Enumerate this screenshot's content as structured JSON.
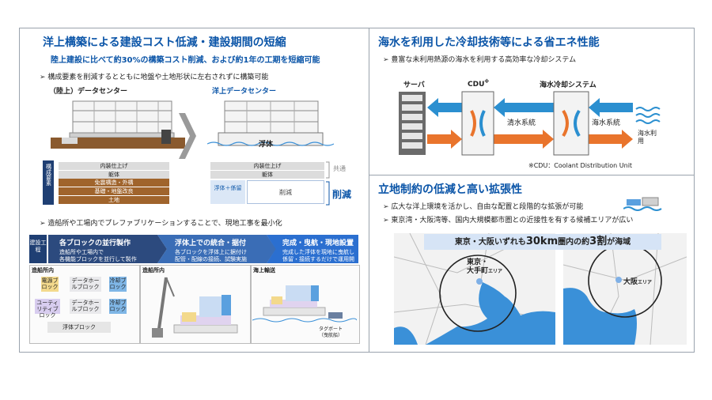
{
  "left": {
    "title": "洋上構築による建設コスト低減・建設期間の短縮",
    "subtitle": "陸上建設に比べて約30%の構築コスト削減、および約1年の工期を短縮可能",
    "bullet1": "構成要素を削減するとともに地盤や土地形状に左右されずに構築可能",
    "land_label": "（陸上）データセンター",
    "sea_label": "洋上データセンター",
    "floating_body": "浮体",
    "components_label": "構成要素",
    "land_layers": [
      "内装仕上げ",
      "躯体",
      "免震構造・外構",
      "基礎・地盤改良",
      "土地"
    ],
    "sea_layers": [
      "内装仕上げ",
      "躯体"
    ],
    "sea_float_label": "浮体＋係留",
    "reduction_label": "削減",
    "common_label": "共通",
    "reduction_big": "削減",
    "bullet2": "造船所や工場内でプレファブリケーションすることで、現地工事を最小化",
    "process_label": "建設工程",
    "steps": [
      {
        "title": "各ブロックの並行製作",
        "lines": [
          "造船所や工場内で",
          "各機能ブロックを並行して製作"
        ]
      },
      {
        "title": "浮体上での統合・据付",
        "lines": [
          "各ブロックを浮体上に据付け",
          "配管・配線の接続、試験実施"
        ]
      },
      {
        "title": "完成・曳航・現地設置",
        "lines": [
          "完成した浮体を現地に曳航し",
          "係留・接続するだけで運用開始可能"
        ]
      }
    ],
    "shipyard_label": "造船所内",
    "blocks": [
      "電源ブロック",
      "データホールブロック",
      "冷却ブロック",
      "ユーティリティブロック",
      "データホールブロック",
      "冷却ブロック",
      "浮体ブロック"
    ],
    "shipyard2_label": "造船所内",
    "sea_transport_label": "海上輸送",
    "tugboat_label": "タグボート（曳航船）"
  },
  "right_top": {
    "title": "海水を利用した冷却技術等による省エネ性能",
    "bullet": "豊富な未利用熱源の海水を利用する高効率な冷却システム",
    "server_label": "サーバ",
    "cdu_label": "CDU",
    "cdu_mark": "※",
    "seawater_system_label": "海水冷却システム",
    "fresh_water_label": "清水系統",
    "sea_water_label": "海水系統",
    "sea_use_label": "海水利用",
    "footnote": "※CDU：Coolant Distribution Unit"
  },
  "right_bottom": {
    "title": "立地制約の低減と高い拡張性",
    "bullet1": "広大な洋上環境を活かし、自由な配置と段階的な拡張が可能",
    "bullet2": "東京湾・大阪湾等、国内大規模都市圏との近接性を有する候補エリアが広い",
    "banner_pre": "東京・大阪いずれも",
    "banner_num1": "30km",
    "banner_mid": "圏内の約",
    "banner_num2": "3割",
    "banner_post": "が海域",
    "tokyo_label_1": "東京・",
    "tokyo_label_2": "大手町",
    "osaka_label": "大阪",
    "area_suffix": "エリア"
  },
  "colors": {
    "accent": "#0b55a8",
    "orange": "#e9742c",
    "blue": "#2b8fd0",
    "sea": "#3a90d8",
    "navy": "#1f3f73"
  }
}
